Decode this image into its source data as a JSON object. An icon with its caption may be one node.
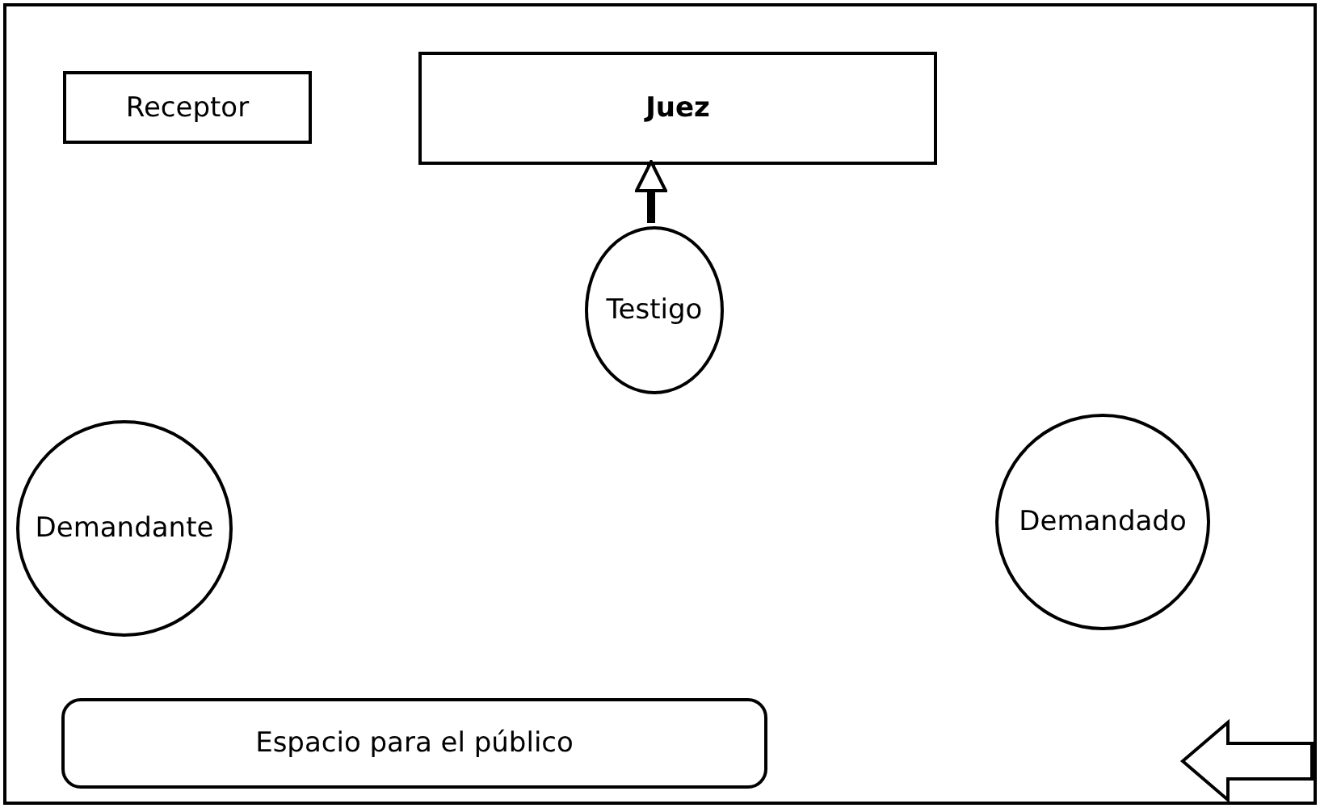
{
  "diagram": {
    "nodes": [
      {
        "text": [],
        "shape": "box"
      },
      {
        "text": [
          "Receptor"
        ],
        "in": 0
      },
      {
        "text": [
          "Juez"
        ],
        "in": 0
      },
      {
        "text": [
          "Testigo"
        ],
        "in": 0
      },
      {
        "text": [
          "Demandante"
        ],
        "in": 0
      },
      {
        "text": [
          "Demandado"
        ],
        "in": 0
      },
      {
        "text": [
          "Espacio para el público"
        ],
        "in": 0
      }
    ],
    "edges": [
      {
        "from": 3,
        "to": 2,
        "arrow": "to"
      }
    ]
  }
}
